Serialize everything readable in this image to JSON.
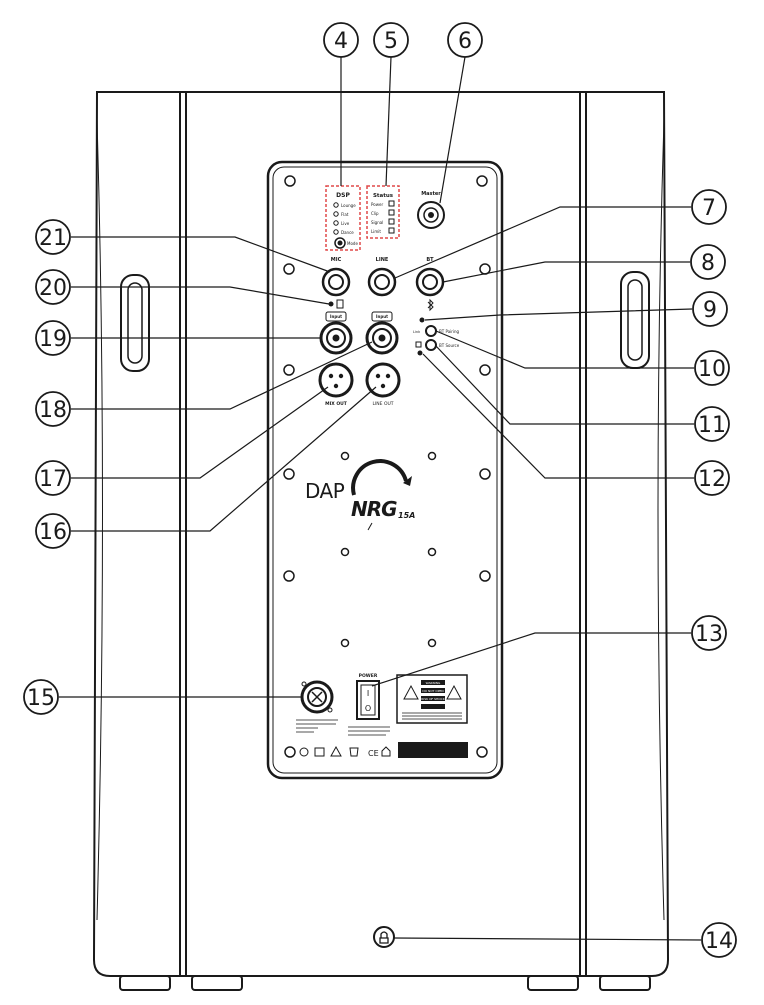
{
  "callouts": [
    {
      "id": 4,
      "label": "4"
    },
    {
      "id": 5,
      "label": "5"
    },
    {
      "id": 6,
      "label": "6"
    },
    {
      "id": 7,
      "label": "7"
    },
    {
      "id": 8,
      "label": "8"
    },
    {
      "id": 9,
      "label": "9"
    },
    {
      "id": 10,
      "label": "10"
    },
    {
      "id": 11,
      "label": "11"
    },
    {
      "id": 12,
      "label": "12"
    },
    {
      "id": 13,
      "label": "13"
    },
    {
      "id": 14,
      "label": "14"
    },
    {
      "id": 15,
      "label": "15"
    },
    {
      "id": 16,
      "label": "16"
    },
    {
      "id": 17,
      "label": "17"
    },
    {
      "id": 18,
      "label": "18"
    },
    {
      "id": 19,
      "label": "19"
    },
    {
      "id": 20,
      "label": "20"
    },
    {
      "id": 21,
      "label": "21"
    }
  ],
  "panel": {
    "dsp_label": "DSP",
    "status_title": "Status",
    "status_leds": [
      "Power",
      "Clip",
      "Signal",
      "Limit"
    ],
    "preset_leds": [
      "Lounge",
      "Flat",
      "Live",
      "Dance"
    ],
    "preset_button": "Mode",
    "master_label": "Master",
    "mic_label": "MIC",
    "line_label": "LINE",
    "bt_label": "BT",
    "link_label": "Link",
    "bt_pairing": "BT Pairing",
    "bt_source": "BT Source",
    "input_left": "Input",
    "input_right": "Input",
    "out_left": "MIX OUT",
    "out_right": "LINE OUT",
    "logo_brand": "DAP",
    "logo_model": "NRG",
    "logo_suffix": "15A",
    "power_label": "POWER",
    "switch_on": "I",
    "switch_off": "O",
    "warning_lines": [
      "WARNING",
      "DO NOT OPEN",
      "RISK OF SHOCK"
    ],
    "cert_marks": [
      "CE"
    ]
  },
  "colors": {
    "line": "#1a1a1a",
    "panel_border": "#222222",
    "highlight_box": "#e04848",
    "background": "#ffffff"
  }
}
